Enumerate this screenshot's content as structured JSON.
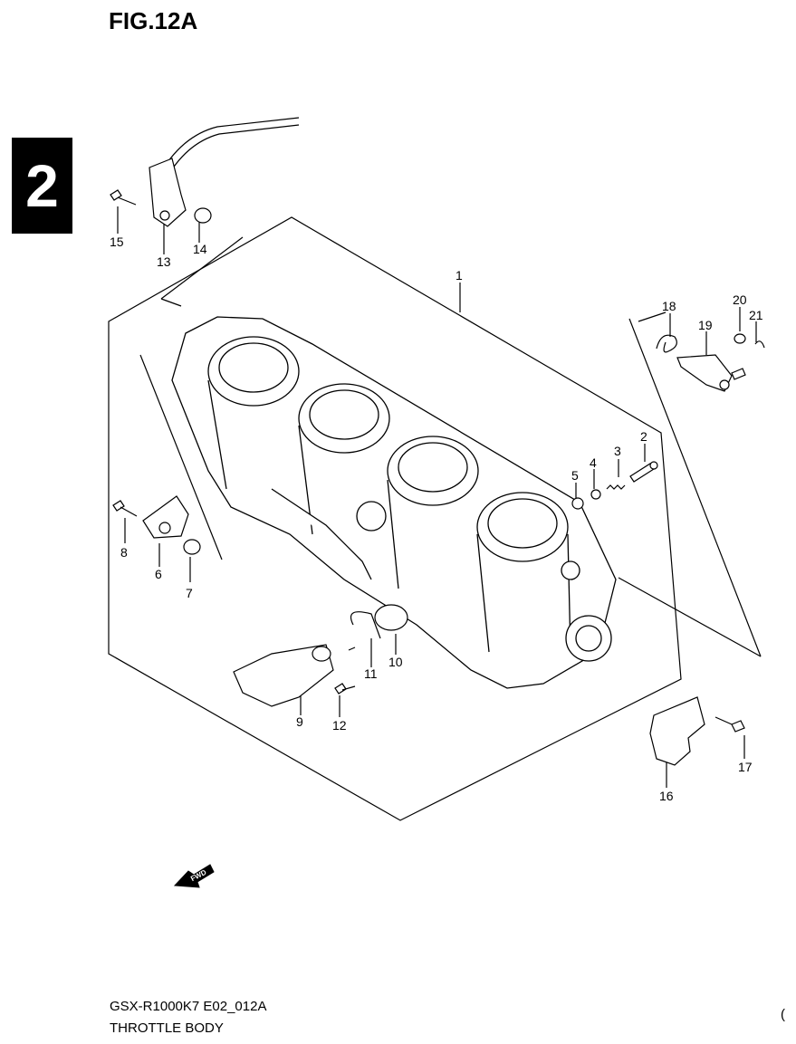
{
  "figure": {
    "title": "FIG.12A",
    "section": "2"
  },
  "footer": {
    "model_code": "GSX-R1000K7 E02_012A",
    "description": "THROTTLE BODY",
    "edge_mark": "("
  },
  "fwd_label": "FWD",
  "part_numbers": [
    "1",
    "2",
    "3",
    "4",
    "5",
    "6",
    "7",
    "8",
    "9",
    "10",
    "11",
    "12",
    "13",
    "14",
    "15",
    "16",
    "17",
    "18",
    "19",
    "20",
    "21"
  ]
}
